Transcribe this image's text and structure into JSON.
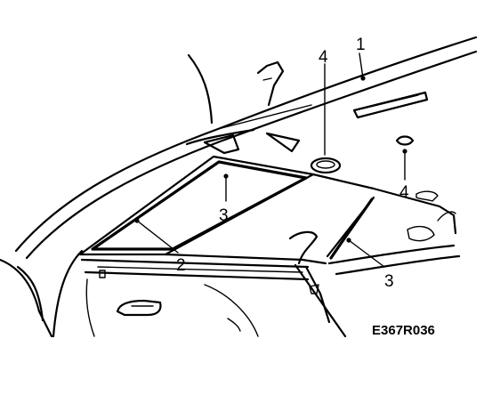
{
  "diagram": {
    "callouts": {
      "c1": "1",
      "c4a": "4",
      "c4b": "4",
      "c3a": "3",
      "c3b": "3",
      "c2": "2"
    },
    "figure_code": "E367R036"
  }
}
